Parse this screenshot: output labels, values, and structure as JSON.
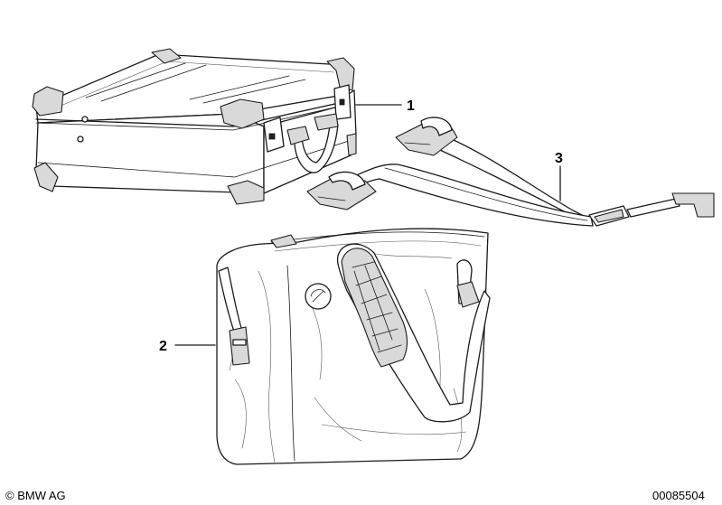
{
  "callouts": {
    "c1": "1",
    "c2": "2",
    "c3": "3"
  },
  "footer": {
    "copyright": "© BMW AG",
    "drawing_number": "00085504"
  }
}
